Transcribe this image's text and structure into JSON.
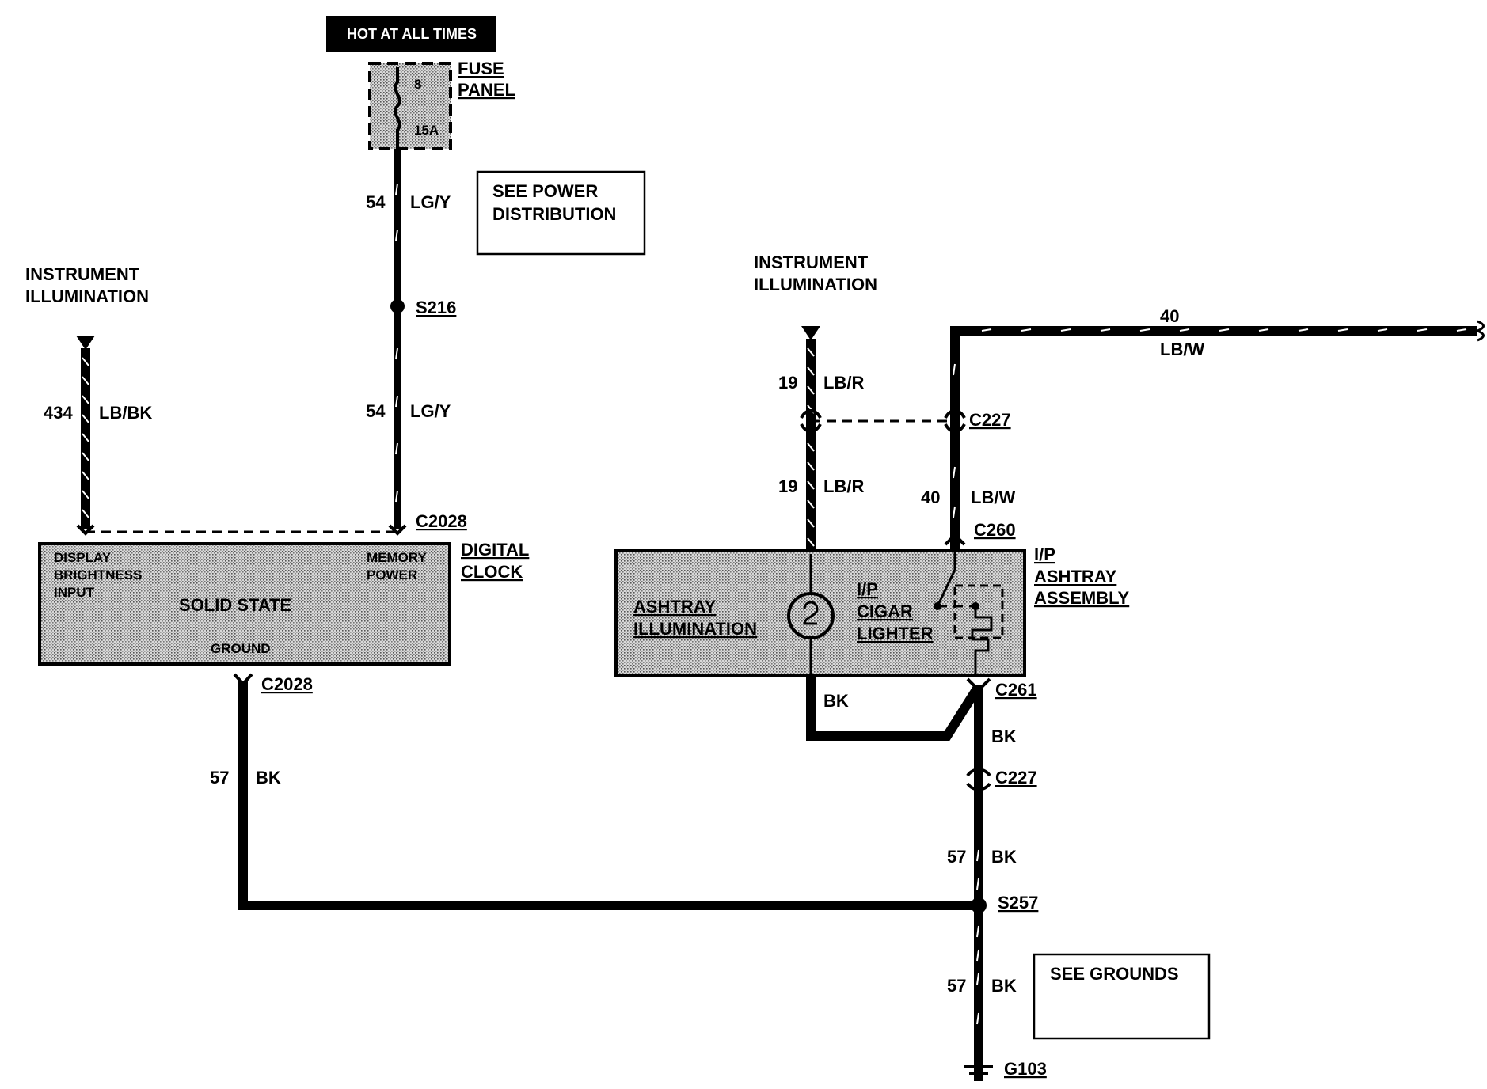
{
  "power": {
    "hot_label": "HOT AT ALL TIMES",
    "fuse_panel_1": "FUSE",
    "fuse_panel_2": "PANEL",
    "fuse_number": "8",
    "fuse_rating": "15A",
    "see_power_1": "SEE POWER",
    "see_power_2": "DISTRIBUTION"
  },
  "clock_circuit": {
    "illum_1": "INSTRUMENT",
    "illum_2": "ILLUMINATION",
    "wire_434_num": "434",
    "wire_434_color": "LB/BK",
    "wire_54a_num": "54",
    "wire_54a_color": "LG/Y",
    "splice_s216": "S216",
    "wire_54b_num": "54",
    "wire_54b_color": "LG/Y",
    "conn_c2028_top": "C2028",
    "conn_c2028_bottom": "C2028",
    "module_title_1": "DIGITAL",
    "module_title_2": "CLOCK",
    "pin_display_1": "DISPLAY",
    "pin_display_2": "BRIGHTNESS",
    "pin_display_3": "INPUT",
    "pin_memory_1": "MEMORY",
    "pin_memory_2": "POWER",
    "solid_state": "SOLID STATE",
    "pin_ground": "GROUND",
    "wire_57_num": "57",
    "wire_57_color": "BK"
  },
  "ashtray_circuit": {
    "illum_1": "INSTRUMENT",
    "illum_2": "ILLUMINATION",
    "wire_19a_num": "19",
    "wire_19a_color": "LB/R",
    "wire_19b_num": "19",
    "wire_19b_color": "LB/R",
    "wire_40_top_num": "40",
    "wire_40_top_color": "LB/W",
    "conn_c227_top": "C227",
    "wire_40_num": "40",
    "wire_40_color": "LB/W",
    "conn_c260": "C260",
    "assembly_1": "I/P",
    "assembly_2": "ASHTRAY",
    "assembly_3": "ASSEMBLY",
    "ashtray_illum_1": "ASHTRAY",
    "ashtray_illum_2": "ILLUMINATION",
    "lighter_1": "I/P",
    "lighter_2": "CIGAR",
    "lighter_3": "LIGHTER",
    "wire_bk_left": "BK",
    "conn_c261": "C261",
    "wire_bk_mid": "BK",
    "conn_c227_bottom": "C227",
    "wire_57a_num": "57",
    "wire_57a_color": "BK",
    "splice_s257": "S257",
    "wire_57b_num": "57",
    "wire_57b_color": "BK",
    "see_grounds": "SEE GROUNDS",
    "ground_g103": "G103"
  }
}
